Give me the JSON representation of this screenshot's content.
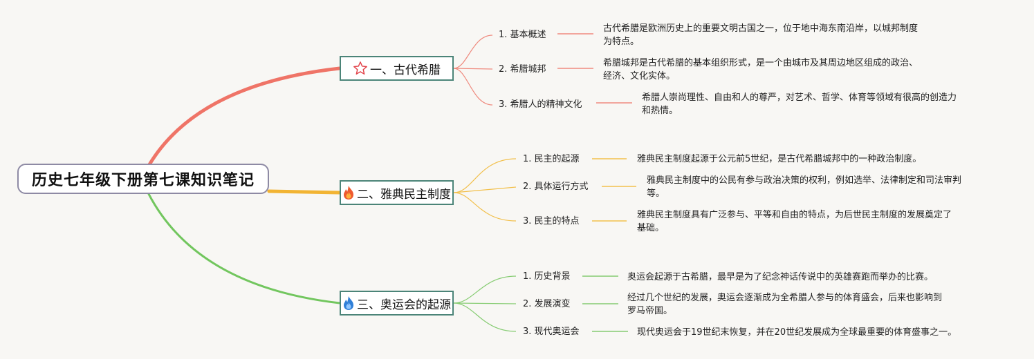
{
  "root": {
    "title": "历史七年级下册第七课知识笔记"
  },
  "colors": {
    "red": "#ef7467",
    "orange": "#f2b433",
    "green": "#72c65e",
    "box_border": "#4b8478"
  },
  "branches": [
    {
      "title": "一、古代希腊",
      "icon": "star-outline-icon",
      "items": [
        {
          "label": "1. 基本概述",
          "desc": "古代希腊是欧洲历史上的重要文明古国之一，位于地中海东南沿岸，以城邦制度\n为特点。"
        },
        {
          "label": "2. 希腊城邦",
          "desc": "希腊城邦是古代希腊的基本组织形式，是一个由城市及其周边地区组成的政治、\n经济、文化实体。"
        },
        {
          "label": "3. 希腊人的精神文化",
          "desc": "希腊人崇尚理性、自由和人的尊严，对艺术、哲学、体育等领域有很高的创造力\n和热情。"
        }
      ]
    },
    {
      "title": "二、雅典民主制度",
      "icon": "fire-icon",
      "items": [
        {
          "label": "1. 民主的起源",
          "desc": "雅典民主制度起源于公元前5世纪，是古代希腊城邦中的一种政治制度。"
        },
        {
          "label": "2. 具体运行方式",
          "desc": "雅典民主制度中的公民有参与政治决策的权利，例如选举、法律制定和司法审判\n等。"
        },
        {
          "label": "3. 民主的特点",
          "desc": "雅典民主制度具有广泛参与、平等和自由的特点，为后世民主制度的发展奠定了\n基础。"
        }
      ]
    },
    {
      "title": "三、奥运会的起源",
      "icon": "flame-blue-icon",
      "items": [
        {
          "label": "1. 历史背景",
          "desc": "奥运会起源于古希腊，最早是为了纪念神话传说中的英雄赛跑而举办的比赛。"
        },
        {
          "label": "2. 发展演变",
          "desc": "经过几个世纪的发展，奥运会逐渐成为全希腊人参与的体育盛会，后来也影响到\n罗马帝国。"
        },
        {
          "label": "3. 现代奥运会",
          "desc": "现代奥运会于19世纪末恢复，并在20世纪发展成为全球最重要的体育盛事之一。"
        }
      ]
    }
  ]
}
